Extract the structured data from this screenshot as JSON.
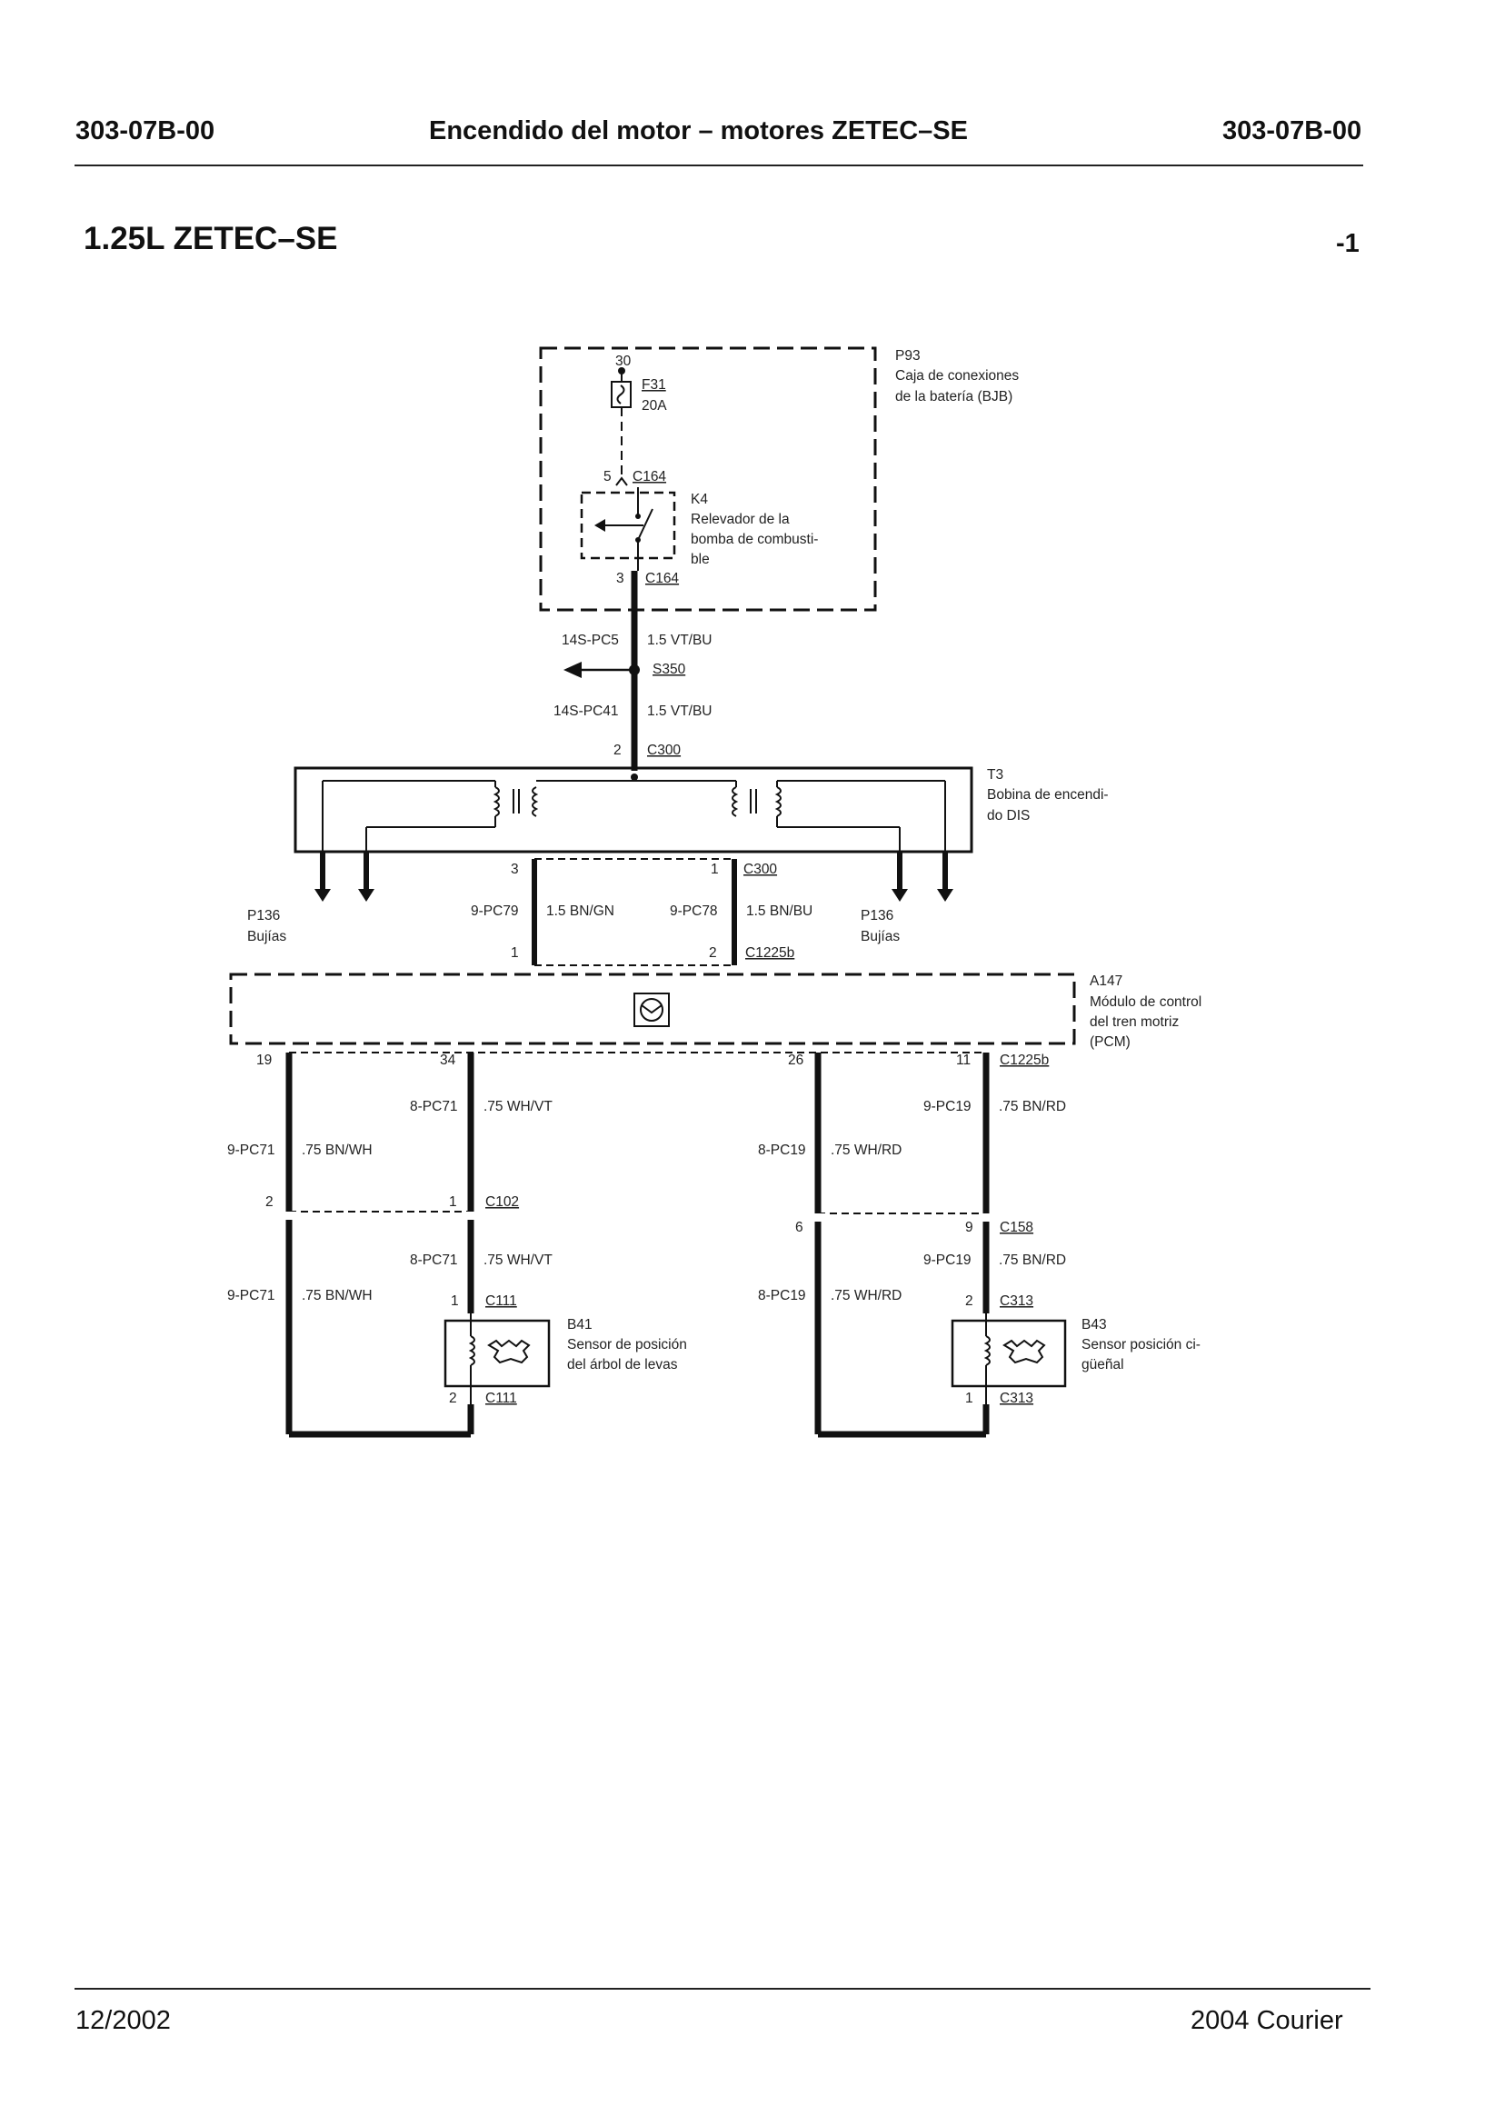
{
  "header": {
    "code_left": "303-07B-00",
    "title": "Encendido del motor –  motores ZETEC–SE",
    "code_right": "303-07B-00"
  },
  "section": {
    "title": "1.25L ZETEC–SE",
    "page_num": "-1"
  },
  "footer": {
    "date": "12/2002",
    "model": "2004 Courier"
  },
  "diagram": {
    "bjb": {
      "pin30": "30",
      "fuse_id": "F31",
      "fuse_rating": "20A",
      "ref": "P93",
      "line1": "Caja de conexiones",
      "line2": "de la batería (BJB)"
    },
    "relay": {
      "pin5": "5",
      "conn_top": "C164",
      "ref": "K4",
      "line1": "Relevador de la",
      "line2": "bomba de combusti-",
      "line3": "ble",
      "pin3": "3",
      "conn_bottom": "C164"
    },
    "supply": {
      "wire1_circuit": "14S-PC5",
      "wire1_spec": "1.5 VT/BU",
      "splice": "S350",
      "wire2_circuit": "14S-PC41",
      "wire2_spec": "1.5 VT/BU",
      "pin2": "2",
      "conn": "C300"
    },
    "coil": {
      "ref": "T3",
      "line1": "Bobina de encendi-",
      "line2": "do DIS",
      "pin3": "3",
      "pin1": "1",
      "conn": "C300"
    },
    "plugs_left": {
      "ref": "P136",
      "name": "Bujías"
    },
    "plugs_right": {
      "ref": "P136",
      "name": "Bujías"
    },
    "coil_wires": {
      "left_circuit": "9-PC79",
      "left_spec": "1.5 BN/GN",
      "right_circuit": "9-PC78",
      "right_spec": "1.5 BN/BU",
      "pin1": "1",
      "pin2": "2",
      "conn": "C1225b"
    },
    "pcm": {
      "ref": "A147",
      "line1": "Módulo de control",
      "line2": "del tren motriz",
      "line3": "(PCM)",
      "pin19": "19",
      "pin34": "34",
      "pin26": "26",
      "pin11": "11",
      "conn": "C1225b"
    },
    "cam_circuit": {
      "w34_circuit": "8-PC71",
      "w34_spec": ".75 WH/VT",
      "w19_circuit": "9-PC71",
      "w19_spec": ".75 BN/WH",
      "c102_pin2": "2",
      "c102_pin1": "1",
      "c102": "C102",
      "w34b_circuit": "8-PC71",
      "w34b_spec": ".75 WH/VT",
      "w19b_circuit": "9-PC71",
      "w19b_spec": ".75 BN/WH",
      "c111_pin1": "1",
      "c111_top": "C111",
      "c111_pin2": "2",
      "c111_bottom": "C111"
    },
    "cam_sensor": {
      "ref": "B41",
      "line1": "Sensor de posición",
      "line2": "del árbol de levas"
    },
    "crank_circuit": {
      "w11_circuit": "9-PC19",
      "w11_spec": ".75 BN/RD",
      "w26_circuit": "8-PC19",
      "w26_spec": ".75 WH/RD",
      "c158_pin6": "6",
      "c158_pin9": "9",
      "c158": "C158",
      "w11b_circuit": "9-PC19",
      "w11b_spec": ".75 BN/RD",
      "w26b_circuit": "8-PC19",
      "w26b_spec": ".75 WH/RD",
      "c313_pin2": "2",
      "c313_top": "C313",
      "c313_pin1": "1",
      "c313_bottom": "C313"
    },
    "crank_sensor": {
      "ref": "B43",
      "line1": "Sensor posición ci-",
      "line2": "güeñal"
    }
  }
}
